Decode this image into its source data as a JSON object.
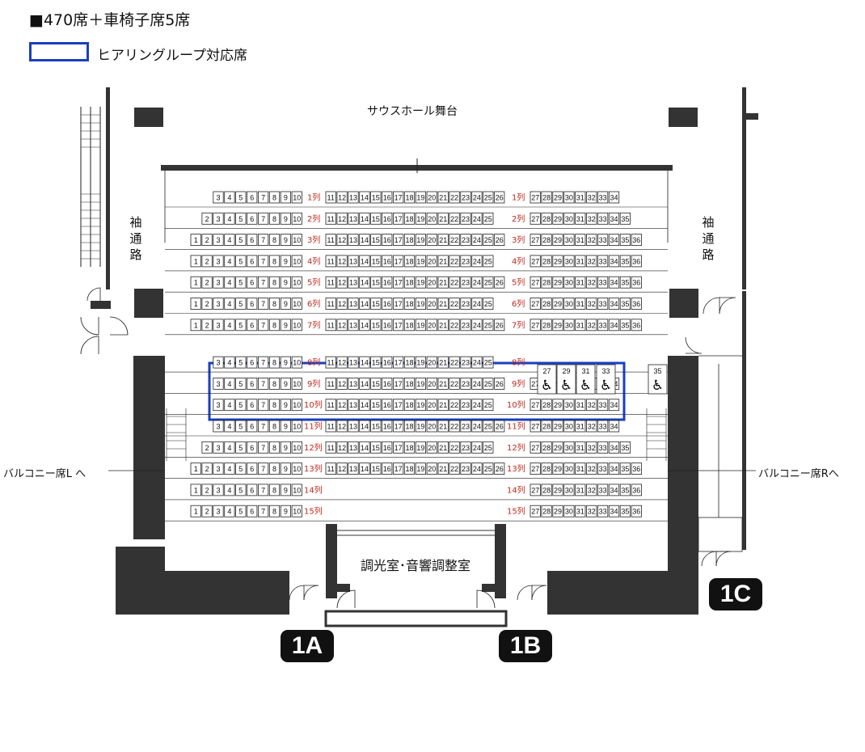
{
  "header": {
    "title": "■470席＋車椅子席5席",
    "legend_label": "ヒアリングループ対応席",
    "legend_color": "#1a3fbf"
  },
  "labels": {
    "stage": "サウスホール舞台",
    "side_aisle_left": "袖通路",
    "side_aisle_right": "袖通路",
    "balcony_left": "バルコニー席L へ",
    "balcony_right": "バルコニー席Rへ",
    "booth": "調光室･音響調整室"
  },
  "exits": [
    "1A",
    "1B",
    "1C"
  ],
  "row_label_color": "#c0281e",
  "rows": [
    {
      "label": "1列",
      "left": [
        3,
        10
      ],
      "center": [
        11,
        26
      ],
      "right": [
        27,
        34
      ]
    },
    {
      "label": "2列",
      "left": [
        2,
        10
      ],
      "center": [
        11,
        25
      ],
      "right": [
        27,
        35
      ]
    },
    {
      "label": "3列",
      "left": [
        1,
        10
      ],
      "center": [
        11,
        26
      ],
      "right": [
        27,
        36
      ]
    },
    {
      "label": "4列",
      "left": [
        1,
        10
      ],
      "center": [
        11,
        25
      ],
      "right": [
        27,
        36
      ]
    },
    {
      "label": "5列",
      "left": [
        1,
        10
      ],
      "center": [
        11,
        26
      ],
      "right": [
        27,
        36
      ]
    },
    {
      "label": "6列",
      "left": [
        1,
        10
      ],
      "center": [
        11,
        25
      ],
      "right": [
        27,
        36
      ]
    },
    {
      "label": "7列",
      "left": [
        1,
        10
      ],
      "center": [
        11,
        26
      ],
      "right": [
        27,
        36
      ]
    },
    {
      "label": "8列",
      "left": [
        3,
        10
      ],
      "center": [
        11,
        25
      ],
      "right": null,
      "hearing": true
    },
    {
      "label": "9列",
      "left": [
        3,
        10
      ],
      "center": [
        11,
        26
      ],
      "right": [
        27,
        34
      ],
      "hearing": true
    },
    {
      "label": "10列",
      "left": [
        3,
        10
      ],
      "center": [
        11,
        25
      ],
      "right": [
        27,
        34
      ]
    },
    {
      "label": "11列",
      "left": [
        3,
        10
      ],
      "center": [
        11,
        26
      ],
      "right": [
        27,
        34
      ]
    },
    {
      "label": "12列",
      "left": [
        2,
        10
      ],
      "center": [
        11,
        25
      ],
      "right": [
        27,
        35
      ]
    },
    {
      "label": "13列",
      "left": [
        1,
        10
      ],
      "center": [
        11,
        26
      ],
      "right": [
        27,
        36
      ]
    },
    {
      "label": "14列",
      "left": [
        1,
        10
      ],
      "center": null,
      "right": [
        27,
        36
      ]
    },
    {
      "label": "15列",
      "left": [
        1,
        10
      ],
      "center": null,
      "right": [
        27,
        36
      ]
    }
  ],
  "wheelchair_seats": [
    "27",
    "29",
    "31",
    "33",
    "35"
  ]
}
